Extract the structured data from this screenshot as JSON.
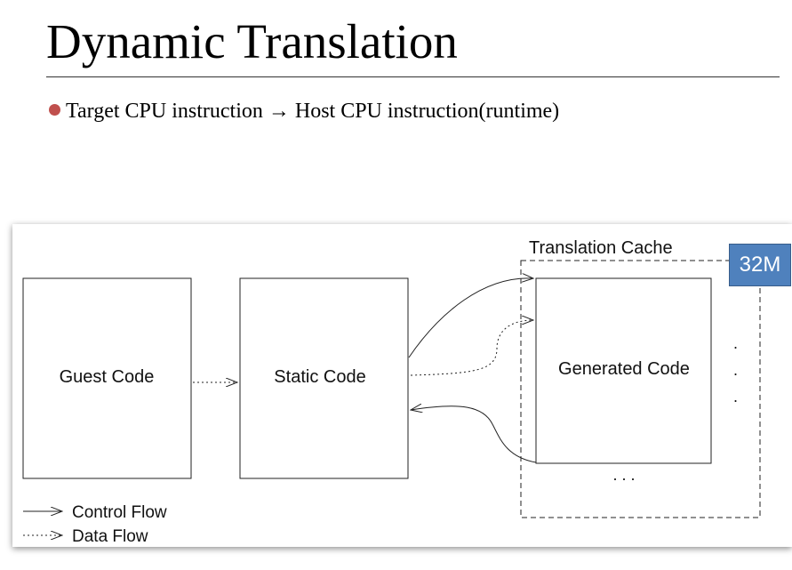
{
  "slide": {
    "title": "Dynamic Translation",
    "bullet": "Target CPU instruction → Host CPU instruction(runtime)",
    "bullet_color": "#c0504d"
  },
  "diagram": {
    "guest_code": "Guest Code",
    "static_code": "Static Code",
    "generated_code": "Generated Code",
    "translation_cache": "Translation Cache",
    "cache_size_badge": "32M",
    "badge_color": "#4f81bd",
    "ellipsis_vertical": ".",
    "ellipsis_horizontal": ". . .",
    "legend": {
      "control_flow": "Control Flow",
      "data_flow": "Data Flow"
    }
  }
}
